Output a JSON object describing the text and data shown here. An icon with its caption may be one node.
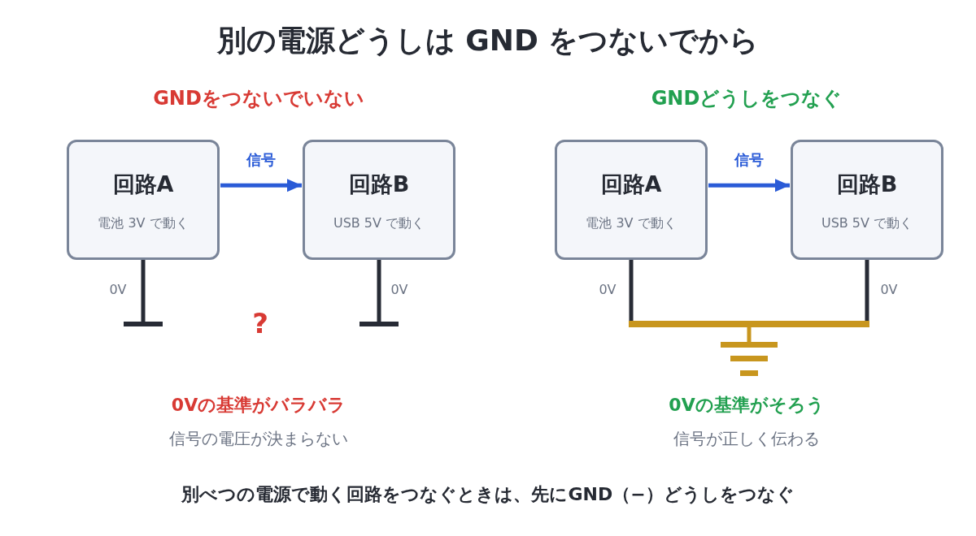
{
  "diagram": {
    "title": "別の電源どうしは GND をつないでから",
    "caption": "別べつの電源で動く回路をつなぐときは、先にGND（−）どうしをつなぐ",
    "nodes": [
      {
        "text": [
          "回路A",
          "電池 3V で動く"
        ]
      },
      {
        "text": [
          "回路B",
          "USB 5V で動く"
        ]
      },
      {
        "text": [
          "回路A",
          "電池 3V で動く"
        ]
      },
      {
        "text": [
          "回路B",
          "USB 5V で動く"
        ]
      },
      {
        "text": [],
        "shape": "bar"
      },
      {
        "text": [],
        "shape": "bar"
      },
      {
        "text": [],
        "shape": "bar"
      },
      {
        "text": [],
        "shape": "ground"
      }
    ],
    "edges": [
      {
        "from": 0,
        "to": 1,
        "arrow": "to",
        "label": "信号",
        "color": "#2a5bd7"
      },
      {
        "from": 0,
        "to": 4,
        "arrow": "none"
      },
      {
        "from": 1,
        "to": 5,
        "arrow": "none"
      },
      {
        "from": 2,
        "to": 3,
        "arrow": "to",
        "label": "信号",
        "color": "#2a5bd7"
      },
      {
        "from": 2,
        "to": 6,
        "arrow": "none"
      },
      {
        "from": 3,
        "to": 6,
        "arrow": "none"
      },
      {
        "from": 6,
        "to": 7,
        "arrow": "none",
        "color": "#c8961e"
      }
    ],
    "labels": [
      "GNDをつないでいない",
      "GNDどうしをつなぐ",
      "0V",
      "0V",
      "?",
      "0V",
      "0V",
      "0Vの基準がバラバラ",
      "信号の電圧が決まらない",
      "0Vの基準がそろう",
      "信号が正しく伝わる"
    ]
  }
}
